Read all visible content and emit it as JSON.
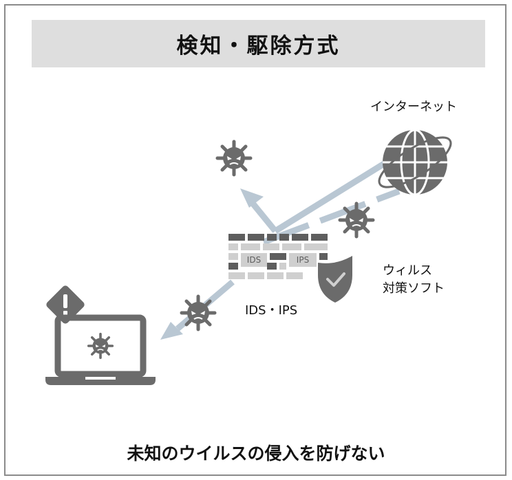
{
  "title": "検知・駆除方式",
  "labels": {
    "internet": "インターネット",
    "antivirus_line1": "ウィルス",
    "antivirus_line2": "対策ソフト",
    "ids_ips": "IDS・IPS",
    "firewall_ids": "IDS",
    "firewall_ips": "IPS"
  },
  "caption": "未知のウイルスの侵入を防げない",
  "colors": {
    "arrow": "#b9c7d3",
    "icon": "#6b6b6b",
    "wall_dark": "#5e5e5e",
    "wall_light": "#cfcfcf",
    "title_bg": "#dedede",
    "border": "#8a8a8a"
  },
  "icons": [
    "globe-icon",
    "virus-icon",
    "firewall-icon",
    "shield-check-icon",
    "laptop-icon",
    "warning-icon"
  ]
}
